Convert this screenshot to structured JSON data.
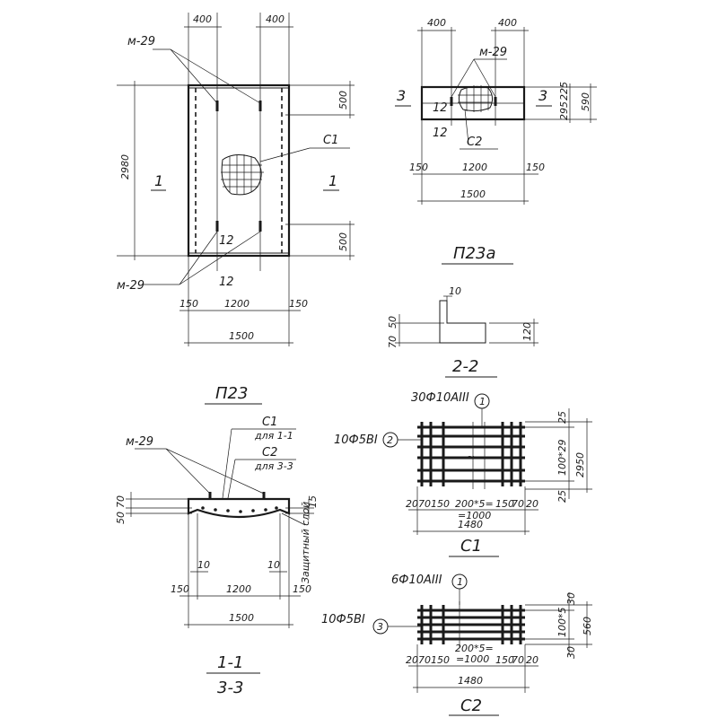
{
  "plan_p23": {
    "dim_top_left": "400",
    "dim_top_right": "400",
    "height_total": "2980",
    "dim_top_segment": "500",
    "dim_bottom_segment": "500",
    "mark_m29_top": "м-29",
    "mark_m29_bottom": "м-29",
    "mark_c1": "С1",
    "section_left": "1",
    "section_right": "1",
    "label_12_inner": "12",
    "label_12_outer": "12",
    "dim_150_left": "150",
    "dim_1200": "1200",
    "dim_150_right": "150",
    "dim_1500": "1500",
    "title": "П23"
  },
  "plan_p23a": {
    "dim_top_left": "400",
    "dim_top_right": "400",
    "mark_m29": "м-29",
    "section_left": "3",
    "section_right": "3",
    "dim_225_top": "225",
    "dim_295": "295",
    "dim_590": "590",
    "label_12_inner": "12",
    "label_12_outer": "12",
    "mark_c2": "С2",
    "dim_150_left": "150",
    "dim_1200": "1200",
    "dim_150_right": "150",
    "dim_1500": "1500",
    "title": "П23а"
  },
  "section_22": {
    "dim_10": "10",
    "dim_50": "50",
    "dim_70": "70",
    "dim_120": "120",
    "title": "2-2"
  },
  "section_11": {
    "label_c1": "С1",
    "label_c1_note": "для 1-1",
    "label_c2": "С2",
    "label_c2_note": "для 3-3",
    "mark_m29": "м-29",
    "dim_50": "50",
    "dim_70": "70",
    "dim_15": "15",
    "cover_note": "Защитный слой",
    "dim_10_left": "10",
    "dim_10_right": "10",
    "dim_150_left": "150",
    "dim_1200": "1200",
    "dim_150_right": "150",
    "dim_1500": "1500",
    "title_top": "1-1",
    "title_bottom": "3-3"
  },
  "mesh_c1": {
    "rebar_long": "30Ф10АIII",
    "rebar_long_pos": "1",
    "rebar_trans": "10Ф5ВI",
    "rebar_trans_pos": "2",
    "dim_25_top": "25",
    "dim_100x29": "100*29",
    "dim_2950": "2950",
    "dim_25_bottom": "25",
    "dims_bottom": [
      "20",
      "70",
      "150",
      "200*5=",
      "150",
      "70",
      "20"
    ],
    "dim_1000": "=1000",
    "dim_1480": "1480",
    "title": "С1"
  },
  "mesh_c2": {
    "rebar_long": "6Ф10АIII",
    "rebar_long_pos": "1",
    "rebar_trans": "10Ф5ВI",
    "rebar_trans_pos": "3",
    "dim_30_top": "30",
    "dim_100x5": "100*5",
    "dim_560": "560",
    "dim_30_bottom": "30",
    "dims_bottom": [
      "20",
      "70",
      "150",
      "200*5=",
      "150",
      "70",
      "20"
    ],
    "dim_1000": "=1000",
    "dim_1480": "1480",
    "title": "С2"
  }
}
